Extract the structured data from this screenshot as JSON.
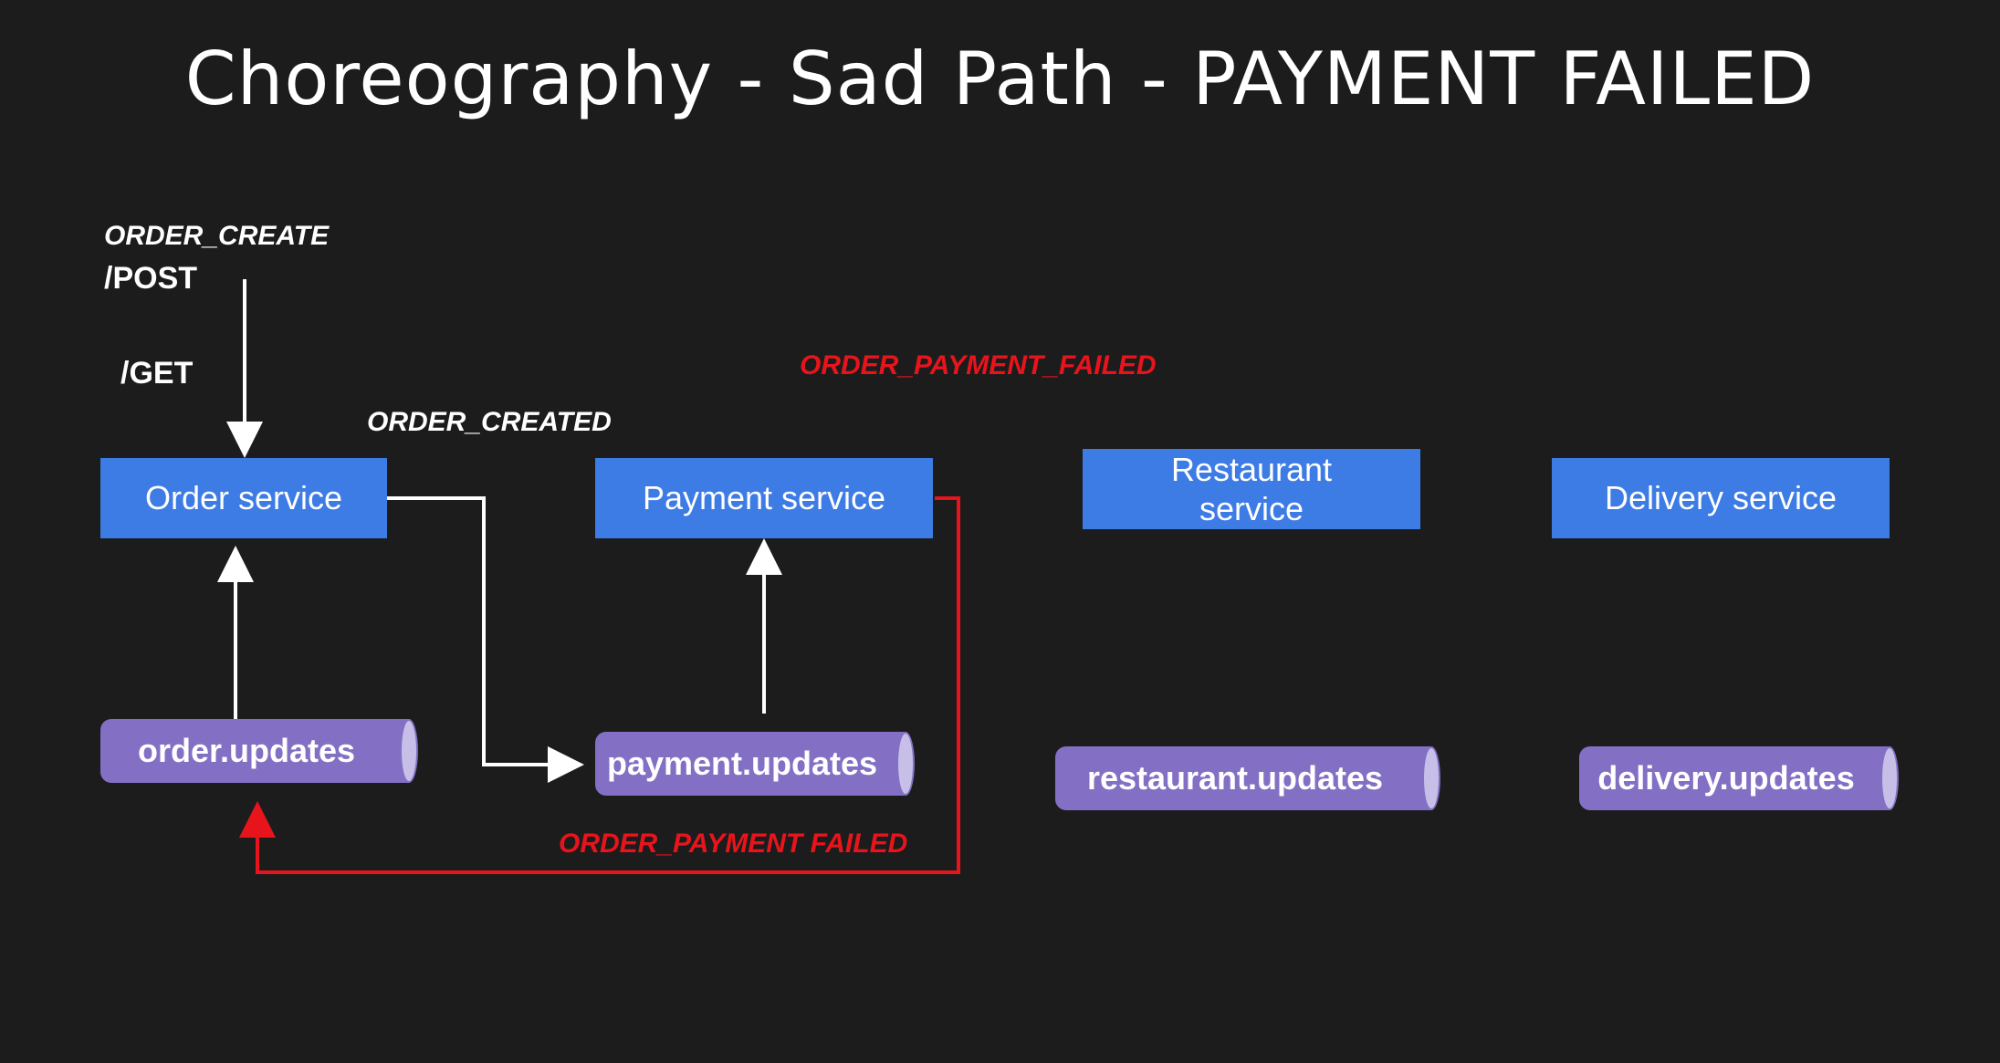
{
  "title": "Choreography - Sad Path - PAYMENT FAILED",
  "labels": {
    "order_create": "ORDER_CREATE",
    "post": "/POST",
    "get": "/GET",
    "order_created": "ORDER_CREATED",
    "order_payment_failed_top": "ORDER_PAYMENT_FAILED",
    "order_payment_failed_bottom": "ORDER_PAYMENT FAILED"
  },
  "services": {
    "order": "Order service",
    "payment": "Payment service",
    "restaurant": "Restaurant service",
    "delivery": "Delivery service"
  },
  "topics": {
    "order": "order.updates",
    "payment": "payment.updates",
    "restaurant": "restaurant.updates",
    "delivery": "delivery.updates"
  },
  "colors": {
    "background": "#1c1c1c",
    "service": "#3d7be5",
    "topic": "#8370c4",
    "failure": "#e8141c",
    "flow": "#ffffff"
  }
}
